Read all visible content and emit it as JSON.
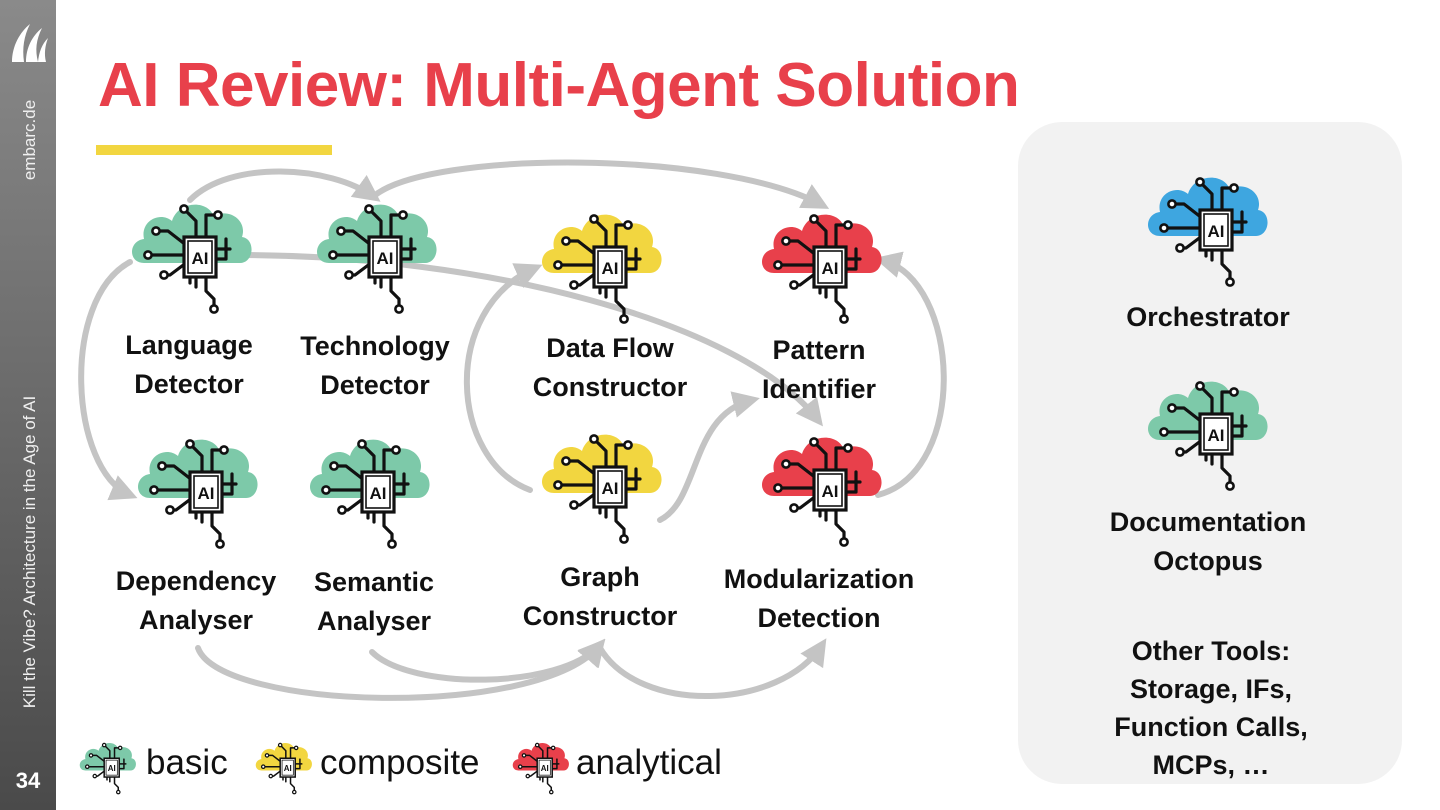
{
  "sidebar": {
    "site": "embarc.de",
    "talk": "Kill the Vibe? Architecture in the Age of AI",
    "page_number": "34"
  },
  "slide": {
    "title": "AI Review: Multi-Agent Solution"
  },
  "colors": {
    "basic": "#7dc9a9",
    "composite": "#f2d640",
    "analytical": "#e8404b",
    "orchestrator": "#3ea6e0",
    "title": "#e8404b",
    "arrow": "#c4c4c4"
  },
  "chip_text": "AI",
  "agents": {
    "language_detector": "Language\nDetector",
    "technology_detector": "Technology\nDetector",
    "data_flow_constructor": "Data Flow\nConstructor",
    "pattern_identifier": "Pattern\nIdentifier",
    "dependency_analyser": "Dependency\nAnalyser",
    "semantic_analyser": "Semantic\nAnalyser",
    "graph_constructor": "Graph\nConstructor",
    "modularization_detection": "Modularization\nDetection"
  },
  "panel": {
    "orchestrator": "Orchestrator",
    "documentation_octopus": "Documentation\nOctopus",
    "other_tools": "Other Tools:\nStorage, IFs,\nFunction Calls, MCPs, …"
  },
  "legend": {
    "basic": "basic",
    "composite": "composite",
    "analytical": "analytical"
  }
}
